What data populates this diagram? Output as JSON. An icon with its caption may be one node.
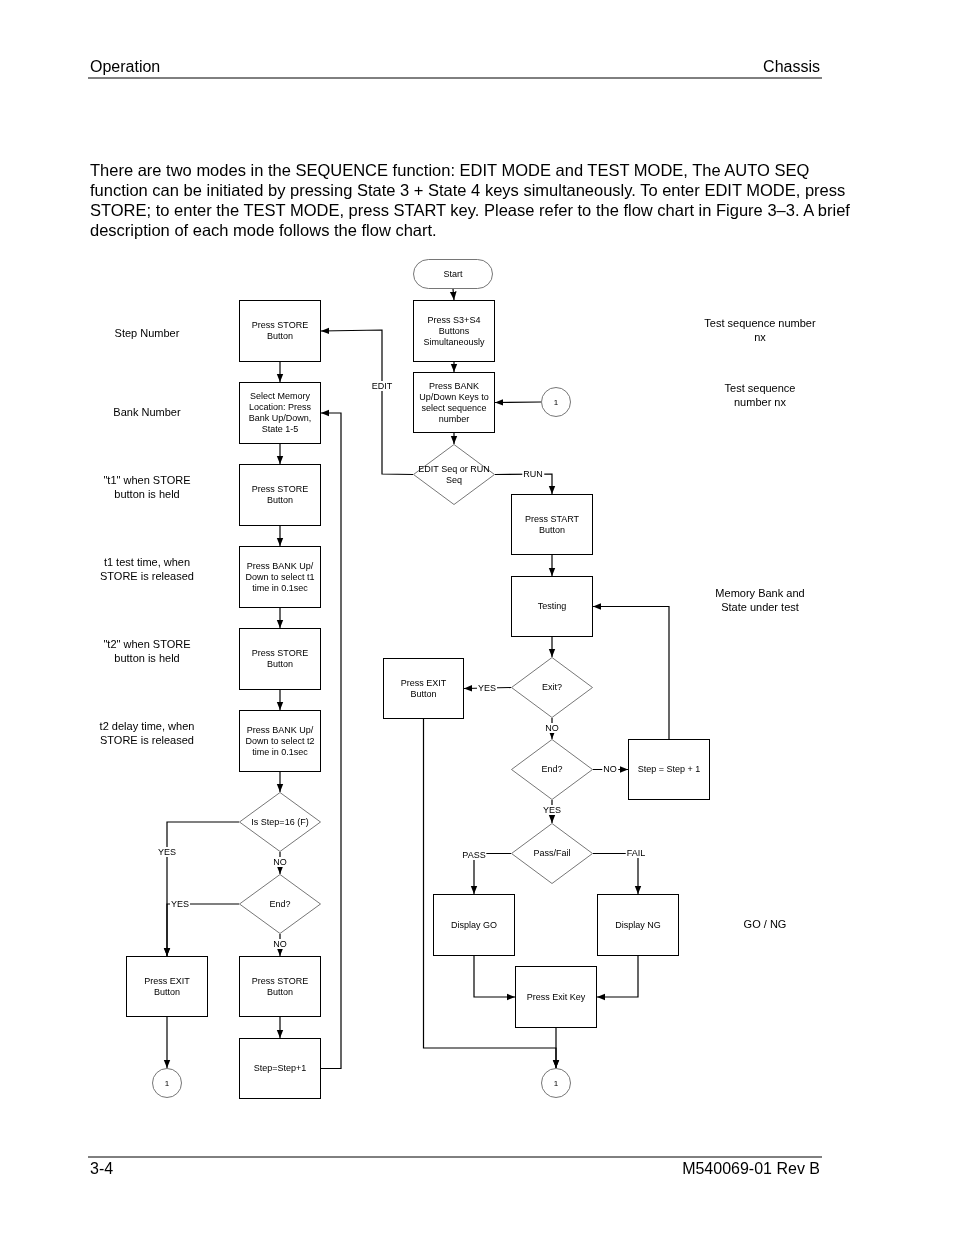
{
  "diagram": {
    "nodes": [
      {
        "text": [
          "Start"
        ]
      },
      {
        "text": [
          "Press S3+S4 Buttons Simultaneously"
        ]
      },
      {
        "text": [
          "Press BANK Up/Down Keys to select sequence number"
        ]
      },
      {
        "text": [
          "EDIT Seq or RUN Seq"
        ]
      },
      {
        "text": [
          "1"
        ]
      },
      {
        "text": [
          "Press STORE Button"
        ]
      },
      {
        "text": [
          "Select Memory Location: Press Bank Up/Down, State 1-5"
        ]
      },
      {
        "text": [
          "Press STORE Button"
        ]
      },
      {
        "text": [
          "Press BANK Up/ Down to select t1 time in 0.1sec"
        ]
      },
      {
        "text": [
          "Press STORE Button"
        ]
      },
      {
        "text": [
          "Press BANK Up/ Down to select t2 time in 0.1sec"
        ]
      },
      {
        "text": [
          "Is Step=16 (F)"
        ]
      },
      {
        "text": [
          "End?"
        ]
      },
      {
        "text": [
          "Press EXIT Button"
        ]
      },
      {
        "text": [
          "Press STORE Button"
        ]
      },
      {
        "text": [
          "Step=Step+1"
        ]
      },
      {
        "text": [
          "1"
        ]
      },
      {
        "text": [
          "Press START Button"
        ]
      },
      {
        "text": [
          "Testing"
        ]
      },
      {
        "text": [
          "Exit?"
        ]
      },
      {
        "text": [
          "Press EXIT Button"
        ]
      },
      {
        "text": [
          "End?"
        ]
      },
      {
        "text": [
          "Step = Step + 1"
        ]
      },
      {
        "text": [
          "Pass/Fail"
        ]
      },
      {
        "text": [
          "Display GO"
        ]
      },
      {
        "text": [
          "Display NG"
        ]
      },
      {
        "text": [
          "Press Exit Key"
        ]
      },
      {
        "text": [
          "1"
        ]
      }
    ],
    "edges": [
      {
        "from": 0,
        "to": 1,
        "arrow": "to"
      },
      {
        "from": 1,
        "to": 2,
        "arrow": "to"
      },
      {
        "from": 2,
        "to": 3,
        "arrow": "to"
      },
      {
        "from": 4,
        "to": 2,
        "arrow": "to"
      },
      {
        "from": 3,
        "to": 5,
        "arrow": "to",
        "label": "EDIT"
      },
      {
        "from": 3,
        "to": 17,
        "arrow": "to",
        "label": "RUN"
      },
      {
        "from": 5,
        "to": 6,
        "arrow": "to"
      },
      {
        "from": 6,
        "to": 7,
        "arrow": "to"
      },
      {
        "from": 7,
        "to": 8,
        "arrow": "to"
      },
      {
        "from": 8,
        "to": 9,
        "arrow": "to"
      },
      {
        "from": 9,
        "to": 10,
        "arrow": "to"
      },
      {
        "from": 10,
        "to": 11,
        "arrow": "to"
      },
      {
        "from": 11,
        "to": 13,
        "arrow": "to",
        "label": "YES"
      },
      {
        "from": 11,
        "to": 12,
        "arrow": "to",
        "label": "NO"
      },
      {
        "from": 12,
        "to": 13,
        "arrow": "to",
        "label": "YES"
      },
      {
        "from": 12,
        "to": 14,
        "arrow": "to",
        "label": "NO"
      },
      {
        "from": 14,
        "to": 15,
        "arrow": "to"
      },
      {
        "from": 15,
        "to": 6,
        "arrow": "to"
      },
      {
        "from": 13,
        "to": 16,
        "arrow": "to"
      },
      {
        "from": 17,
        "to": 18,
        "arrow": "to"
      },
      {
        "from": 18,
        "to": 19,
        "arrow": "to"
      },
      {
        "from": 19,
        "to": 20,
        "arrow": "to",
        "label": "YES"
      },
      {
        "from": 19,
        "to": 21,
        "arrow": "to",
        "label": "NO"
      },
      {
        "from": 21,
        "to": 22,
        "arrow": "to",
        "label": "NO"
      },
      {
        "from": 22,
        "to": 18,
        "arrow": "to"
      },
      {
        "from": 21,
        "to": 23,
        "arrow": "to",
        "label": "YES"
      },
      {
        "from": 23,
        "to": 24,
        "arrow": "to",
        "label": "PASS"
      },
      {
        "from": 23,
        "to": 25,
        "arrow": "to",
        "label": "FAIL"
      },
      {
        "from": 24,
        "to": 26,
        "arrow": "to"
      },
      {
        "from": 25,
        "to": 26,
        "arrow": "to"
      },
      {
        "from": 20,
        "to": 27,
        "arrow": "to"
      },
      {
        "from": 26,
        "to": 27,
        "arrow": "to"
      }
    ],
    "labels": [
      "Operation",
      "Chassis",
      "There are two modes in the SEQUENCE function: EDIT MODE and TEST MODE, The AUTO SEQ function can be initiated by pressing State 3 + State 4 keys simultaneously. To enter EDIT MODE, press STORE; to enter the TEST MODE, press START key. Please refer to the flow chart in Figure 3–3. A brief description of each mode follows the flow chart.",
      "Step Number",
      "Bank Number",
      "\"t1\" when STORE button is held",
      "t1 test time, when STORE is released",
      "\"t2\" when STORE button is held",
      "t2 delay time, when STORE is released",
      "Test sequence number nx",
      "Test sequence number nx",
      "Memory Bank and State under test",
      "GO / NG",
      "3-4",
      "M540069-01 Rev B"
    ]
  }
}
